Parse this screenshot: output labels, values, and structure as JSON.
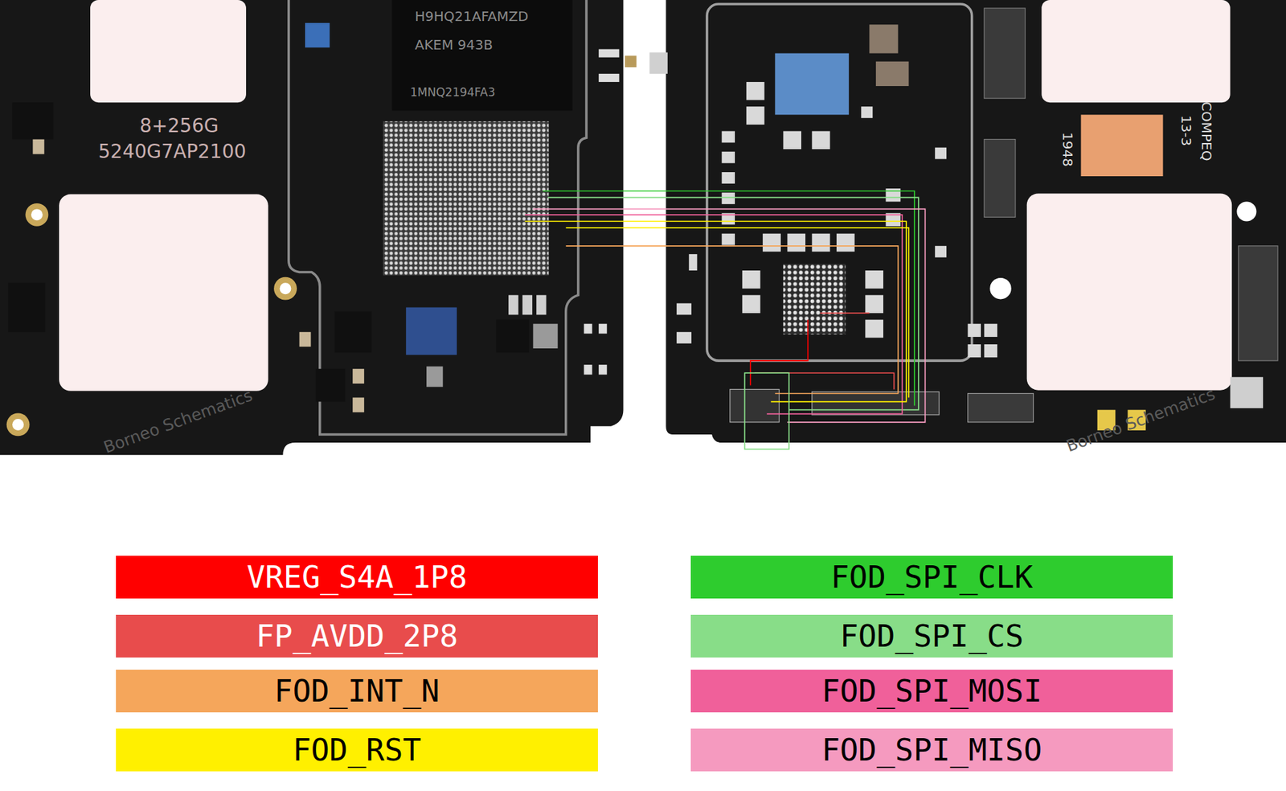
{
  "diagram": {
    "labels": [
      "8+256G",
      "5240G7AP2100",
      "H9HQ21AFAMZD",
      "AKEM 943B",
      "1MNQ2194FA3",
      "1948",
      "13-3",
      "COMPEQ",
      "Borneo Schematics",
      "Borneo Schematics"
    ],
    "legend": [
      {
        "text": "VREG_S4A_1P8",
        "color": "#ff0000"
      },
      {
        "text": "FOD_SPI_CLK",
        "color": "#2ecc2e"
      },
      {
        "text": "FP_AVDD_2P8",
        "color": "#e84c4c"
      },
      {
        "text": "FOD_SPI_CS",
        "color": "#88dd88"
      },
      {
        "text": "FOD_INT_N",
        "color": "#f5a65b"
      },
      {
        "text": "FOD_SPI_MOSI",
        "color": "#f0609a"
      },
      {
        "text": "FOD_RST",
        "color": "#fff000"
      },
      {
        "text": "FOD_SPI_MISO",
        "color": "#f59abf"
      }
    ]
  }
}
